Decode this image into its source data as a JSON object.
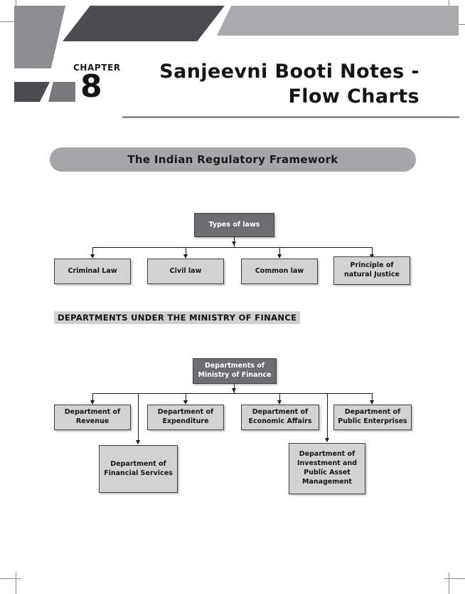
{
  "page": {
    "chapter_label": "CHAPTER",
    "chapter_number": "8",
    "title_line_1": "Sanjeevni Booti Notes -",
    "title_line_2": "Flow Charts",
    "section_pill": "The Indian Regulatory Framework",
    "subheading": "DEPARTMENTS UNDER THE MINISTRY OF FINANCE"
  },
  "colors": {
    "root_node_fill": "#6c6d70",
    "leaf_node_fill": "#d2d2d2",
    "node_border": "#3f3f3f",
    "pill_fill": "#a5a6a9",
    "highlight_fill": "#cfcfcf",
    "band_dark": "#4c4d50",
    "band_mid": "#8c8d90",
    "band_light": "#a9aaad",
    "connector": "#1a1a1a"
  },
  "chart_data": [
    {
      "type": "diagram",
      "title": "Types of laws",
      "root": "Types of laws",
      "children": [
        "Criminal Law",
        "Civil law",
        "Common law",
        "Principle of\nnatural Justice"
      ]
    },
    {
      "type": "diagram",
      "title": "Departments of Ministry of Finance",
      "root": "Departments of\nMinistry of Finance",
      "children": [
        "Department of\nRevenue",
        "Department of\nFinancial Services",
        "Department of\nExpenditure",
        "Department of\nEconomic Affairs",
        "Department of\nInvestment and\nPublic Asset\nManagement",
        "Department of\nPublic Enterprises"
      ]
    }
  ],
  "flow1": {
    "root": {
      "line1": "Types of laws"
    },
    "leaf1": {
      "line1": "Criminal Law"
    },
    "leaf2": {
      "line1": "Civil law"
    },
    "leaf3": {
      "line1": "Common law"
    },
    "leaf4": {
      "line1": "Principle of",
      "line2": "natural Justice"
    }
  },
  "flow2": {
    "root": {
      "line1": "Departments of",
      "line2": "Ministry of Finance"
    },
    "leaf1": {
      "line1": "Department of",
      "line2": "Revenue"
    },
    "leaf2": {
      "line1": "Department of",
      "line2": "Expenditure"
    },
    "leaf3": {
      "line1": "Department of",
      "line2": "Economic Affairs"
    },
    "leaf4": {
      "line1": "Department of",
      "line2": "Public Enterprises"
    },
    "leaf5": {
      "line1": "Department of",
      "line2": "Financial Services"
    },
    "leaf6": {
      "line1": "Department of",
      "line2": "Investment and",
      "line3": "Public Asset",
      "line4": "Management"
    }
  }
}
